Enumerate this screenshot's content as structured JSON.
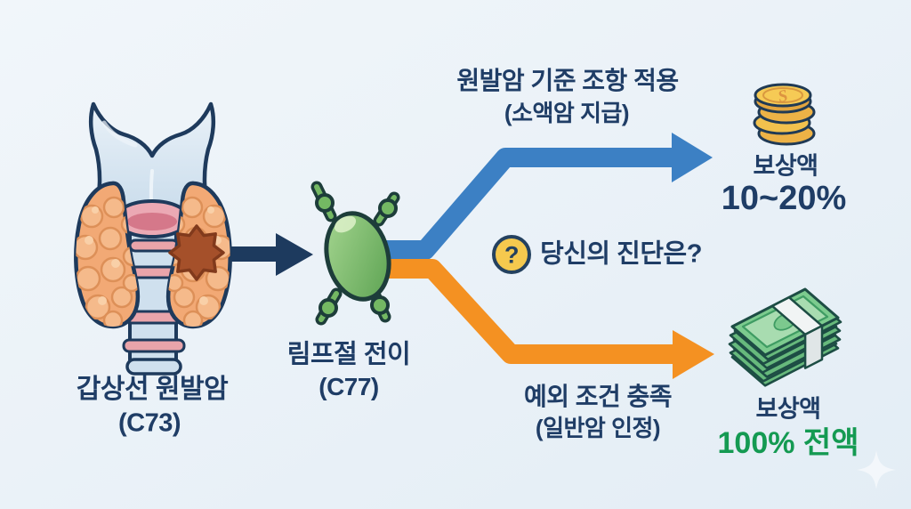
{
  "colors": {
    "background": "#edf3f8",
    "navy_text": "#1f3d66",
    "blue_arrow": "#3c80c4",
    "orange_arrow": "#f49122",
    "dark_navy_arrow": "#1d3a5e",
    "green_text": "#149a52",
    "question_yellow": "#f5c94e",
    "coin_gold": "#f6ca55",
    "money_green": "#5cb87a",
    "node_green": "#74b863",
    "thyroid_orange": "#f2a975"
  },
  "source": {
    "label_line1": "갑상선 원발암",
    "label_line2": "(C73)"
  },
  "metastasis": {
    "label_line1": "림프절 전이",
    "label_line2": "(C77)"
  },
  "question": {
    "glyph": "?",
    "text": "당신의 진단은?"
  },
  "branch_top": {
    "condition_line1": "원발암 기준 조항 적용",
    "condition_line2": "(소액암 지급)",
    "result_label": "보상액",
    "result_value": "10~20%"
  },
  "branch_bottom": {
    "condition_line1": "예외 조건 충족",
    "condition_line2": "(일반암 인정)",
    "result_label": "보상액",
    "result_value": "100% 전액"
  },
  "icons": {
    "coin_symbol": "S"
  }
}
